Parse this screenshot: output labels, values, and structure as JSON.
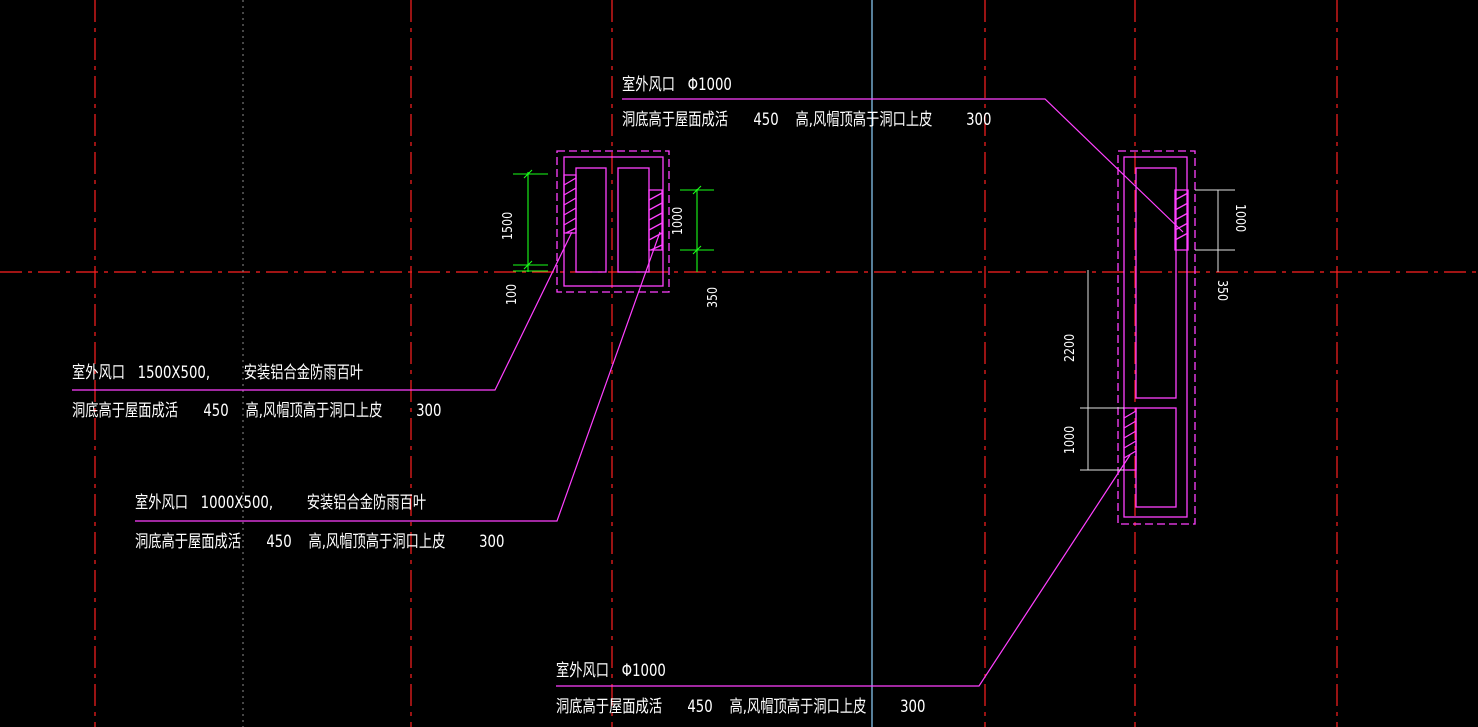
{
  "colors": {
    "background": "#000000",
    "axis": "#ff2020",
    "center_axis": "#8fd3ff",
    "gray_axis": "#8c8c8c",
    "opening": "#ff40ff",
    "dimension": "#19ff19",
    "text": "#ffffff"
  },
  "annotations": {
    "top_round": {
      "line1": "室外风口   Φ1000",
      "line2": "洞底高于屋面成活      450    高,风帽顶高于洞口上皮        300"
    },
    "left_1500": {
      "line1": "室外风口   1500X500,        安装铝合金防雨百叶",
      "line2": "洞底高于屋面成活      450    高,风帽顶高于洞口上皮        300"
    },
    "left_1000": {
      "line1": "室外风口   1000X500,        安装铝合金防雨百叶",
      "line2": "洞底高于屋面成活      450    高,风帽顶高于洞口上皮        300"
    },
    "bottom_round": {
      "line1": "室外风口   Φ1000",
      "line2": "洞底高于屋面成活      450    高,风帽顶高于洞口上皮        300"
    }
  },
  "dimensions": {
    "d1500": "1500",
    "d100": "100",
    "d1000_left": "1000",
    "d350_left": "350",
    "d1000_right_top": "1000",
    "d350_right": "350",
    "d2200": "2200",
    "d1000_right_bottom": "1000"
  }
}
